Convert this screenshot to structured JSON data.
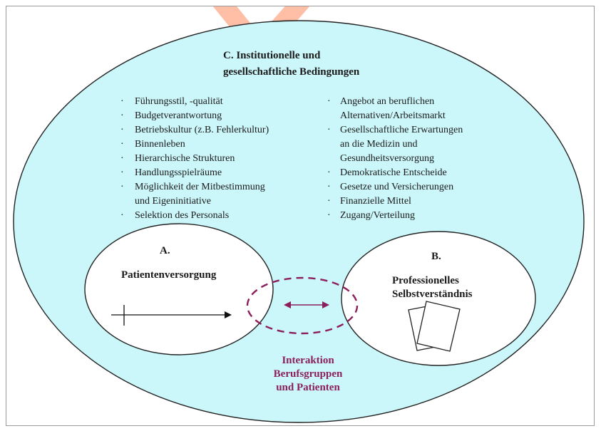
{
  "diagram": {
    "outer": {
      "title_line1": "C. Institutionelle und",
      "title_line2": "gesellschaftliche Bedingungen",
      "left_items": [
        "Führungsstil, -qualität",
        "Budgetverantwortung",
        "Betriebskultur (z.B. Fehlerkultur)",
        "Binnenleben",
        "Hierarchische Strukturen",
        "Handlungsspielräume",
        "Möglichkeit der Mitbestimmung",
        "und Eigeninitiative",
        "Selektion des Personals"
      ],
      "right_items": [
        "Angebot an beruflichen",
        "Alternativen/Arbeitsmarkt",
        "Gesellschaftliche Erwartungen",
        "an die Medizin und",
        "Gesundheitsversorgung",
        "Demokratische Entscheide",
        "Gesetze und Versicherungen",
        "Finanzielle Mittel",
        "Zugang/Verteilung"
      ]
    },
    "circle_a": {
      "letter": "A.",
      "label": "Patientenversorgung"
    },
    "circle_b": {
      "letter": "B.",
      "label_line1": "Professionelles",
      "label_line2": "Selbstverständnis"
    },
    "interaction": {
      "line1": "Interaktion",
      "line2": "Berufsgruppen",
      "line3": "und Patienten"
    },
    "colors": {
      "outer_fill": "#ccf7fa",
      "interaction": "#8b1f5c",
      "watermark": "#ff4500"
    }
  }
}
